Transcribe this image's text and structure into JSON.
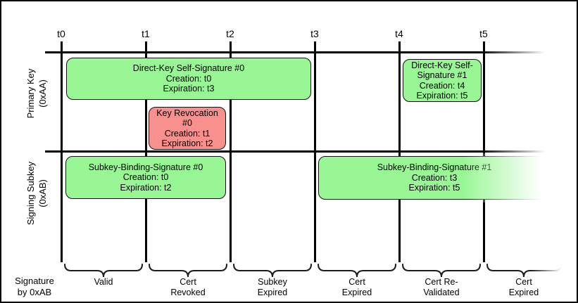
{
  "timeline": {
    "ticks": [
      "t0",
      "t1",
      "t2",
      "t3",
      "t4",
      "t5"
    ]
  },
  "rows": [
    {
      "label": "Primary Key",
      "sublabel": "(0xAA)"
    },
    {
      "label": "Signing Subkey",
      "sublabel": "(0xAB)"
    }
  ],
  "boxes": [
    {
      "title": "Direct-Key Self-Signature #0",
      "creation": "Creation: t0",
      "expiration": "Expiration: t3",
      "status": "valid"
    },
    {
      "title": "Key Revocation #0",
      "creation": "Creation: t1",
      "expiration": "Expiration: t2",
      "status": "revoked"
    },
    {
      "title": "Direct-Key Self-Signature #1",
      "creation": "Creation: t4",
      "expiration": "Expiration: t5",
      "status": "valid"
    },
    {
      "title": "Subkey-Binding-Signature #0",
      "creation": "Creation: t0",
      "expiration": "Expiration: t2",
      "status": "valid"
    },
    {
      "title": "Subkey-Binding-Signature #1",
      "creation": "Creation: t3",
      "expiration": "Expiration: t5",
      "status": "valid"
    }
  ],
  "bottom": {
    "axis_label": {
      "line1": "Signature",
      "line2": "by 0xAB"
    },
    "segments": [
      {
        "line1": "Valid",
        "line2": ""
      },
      {
        "line1": "Cert",
        "line2": "Revoked"
      },
      {
        "line1": "Subkey",
        "line2": "Expired"
      },
      {
        "line1": "Cert",
        "line2": "Expired"
      },
      {
        "line1": "Cert Re-",
        "line2": "Validated"
      },
      {
        "line1": "Cert",
        "line2": "Expired"
      }
    ]
  },
  "colors": {
    "valid_green": "#98F695",
    "revoked_red": "#F8918D",
    "line_black": "#000000"
  }
}
